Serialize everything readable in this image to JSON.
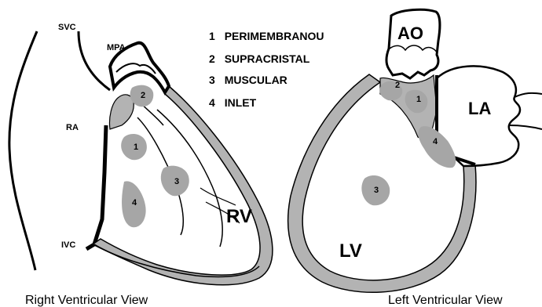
{
  "legend": {
    "items": [
      {
        "number": "1",
        "name": "PERIMEMBRANOU"
      },
      {
        "number": "2",
        "name": "SUPRACRISTAL"
      },
      {
        "number": "3",
        "name": "MUSCULAR"
      },
      {
        "number": "4",
        "name": "INLET"
      }
    ]
  },
  "right_view": {
    "caption": "Right Ventricular View",
    "labels": {
      "svc": "SVC",
      "mpa": "MPA",
      "ra": "RA",
      "ivc": "IVC",
      "rv": "RV"
    },
    "defects": [
      "2",
      "1",
      "3",
      "4"
    ]
  },
  "left_view": {
    "caption": "Left Ventricular View",
    "labels": {
      "ao": "AO",
      "la": "LA",
      "lv": "LV"
    },
    "defects": [
      "2",
      "1",
      "4",
      "3"
    ]
  },
  "colors": {
    "wall": "#b3b3b3",
    "defect": "#a6a6a6",
    "outline": "#000000",
    "background": "#ffffff"
  }
}
